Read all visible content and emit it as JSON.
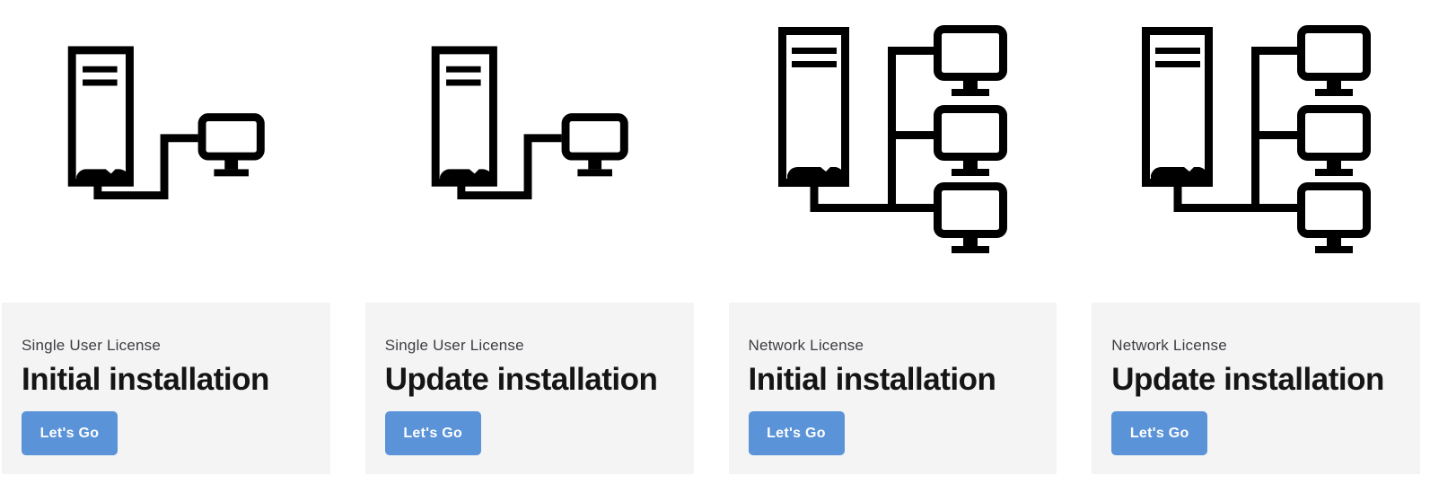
{
  "theme": {
    "page_background": "#ffffff",
    "card_background": "#f4f4f5",
    "button_background": "#5b93d8",
    "button_text_color": "#ffffff",
    "title_color": "#151515",
    "license_label_color": "#3d3d42",
    "icon_color": "#000000"
  },
  "cards": [
    {
      "license": "Single User License",
      "title": "Initial installation",
      "button_label": "Let's Go",
      "icon": "single-user-computer-icon"
    },
    {
      "license": "Single User License",
      "title": "Update installation",
      "button_label": "Let's Go",
      "icon": "single-user-computer-icon"
    },
    {
      "license": "Network License",
      "title": "Initial installation",
      "button_label": "Let's Go",
      "icon": "network-computers-icon"
    },
    {
      "license": "Network License",
      "title": "Update installation",
      "button_label": "Let's Go",
      "icon": "network-computers-icon"
    }
  ]
}
